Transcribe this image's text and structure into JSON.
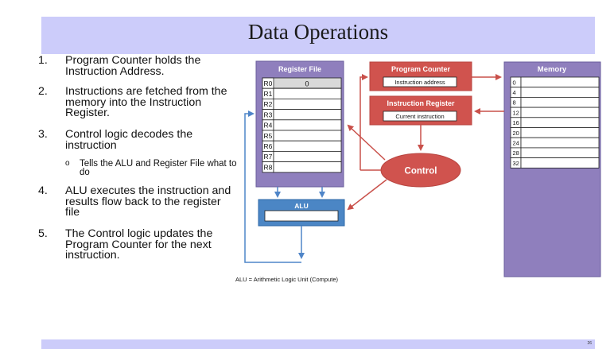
{
  "slide": {
    "title": "Data Operations",
    "page_number": "26"
  },
  "list": [
    {
      "num": "1.",
      "text": "Program Counter holds the Instruction Address."
    },
    {
      "num": "2.",
      "text": "Instructions are fetched from the memory into the Instruction Register."
    },
    {
      "num": "3.",
      "text": "Control logic decodes the instruction"
    },
    {
      "num": "4.",
      "text": "ALU executes the instruction and results flow back to the register file"
    },
    {
      "num": "5.",
      "text": "The Control logic updates the Program Counter for the next instruction."
    }
  ],
  "sub_item": {
    "bullet": "o",
    "text": "Tells the ALU and Register File what to do"
  },
  "diagram": {
    "register_file": {
      "title": "Register File",
      "registers": [
        "R0",
        "R1",
        "R2",
        "R3",
        "R4",
        "R5",
        "R6",
        "R7",
        "R8"
      ],
      "r0_value": "0"
    },
    "program_counter": {
      "title": "Program Counter",
      "field": "Instruction address"
    },
    "instruction_register": {
      "title": "Instruction Register",
      "field": "Current instruction"
    },
    "control": {
      "label": "Control"
    },
    "alu": {
      "label": "ALU"
    },
    "memory": {
      "title": "Memory",
      "addresses": [
        "0",
        "4",
        "8",
        "12",
        "16",
        "20",
        "24",
        "28",
        "32"
      ]
    },
    "caption": "ALU = Arithmetic Logic Unit (Compute)"
  },
  "colors": {
    "title_bar": "#ccccfa",
    "purple_block": "#8f7fbd",
    "red_block": "#d0534e",
    "blue_block": "#4b86c5",
    "blue_arrow": "#4f85c8",
    "red_arrow": "#c9504a"
  }
}
